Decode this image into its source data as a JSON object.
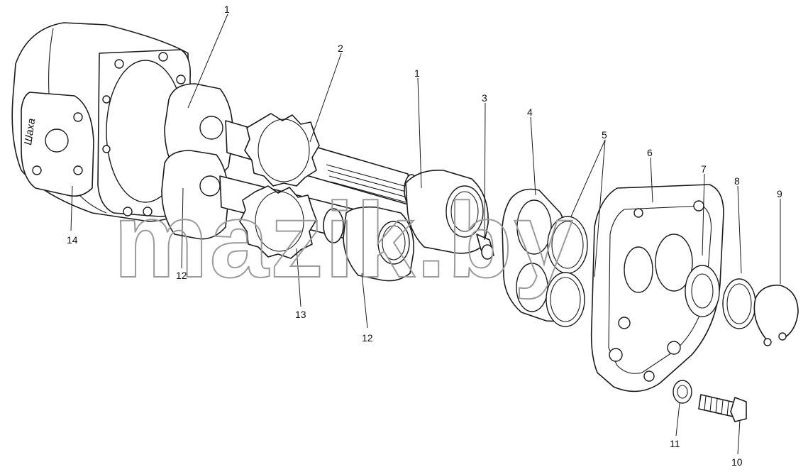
{
  "watermark": "mazik.by",
  "housing_marking": "Шаха",
  "callouts": [
    "1",
    "2",
    "1",
    "3",
    "4",
    "5",
    "6",
    "7",
    "8",
    "9",
    "14",
    "12",
    "13",
    "12",
    "11",
    "10"
  ]
}
